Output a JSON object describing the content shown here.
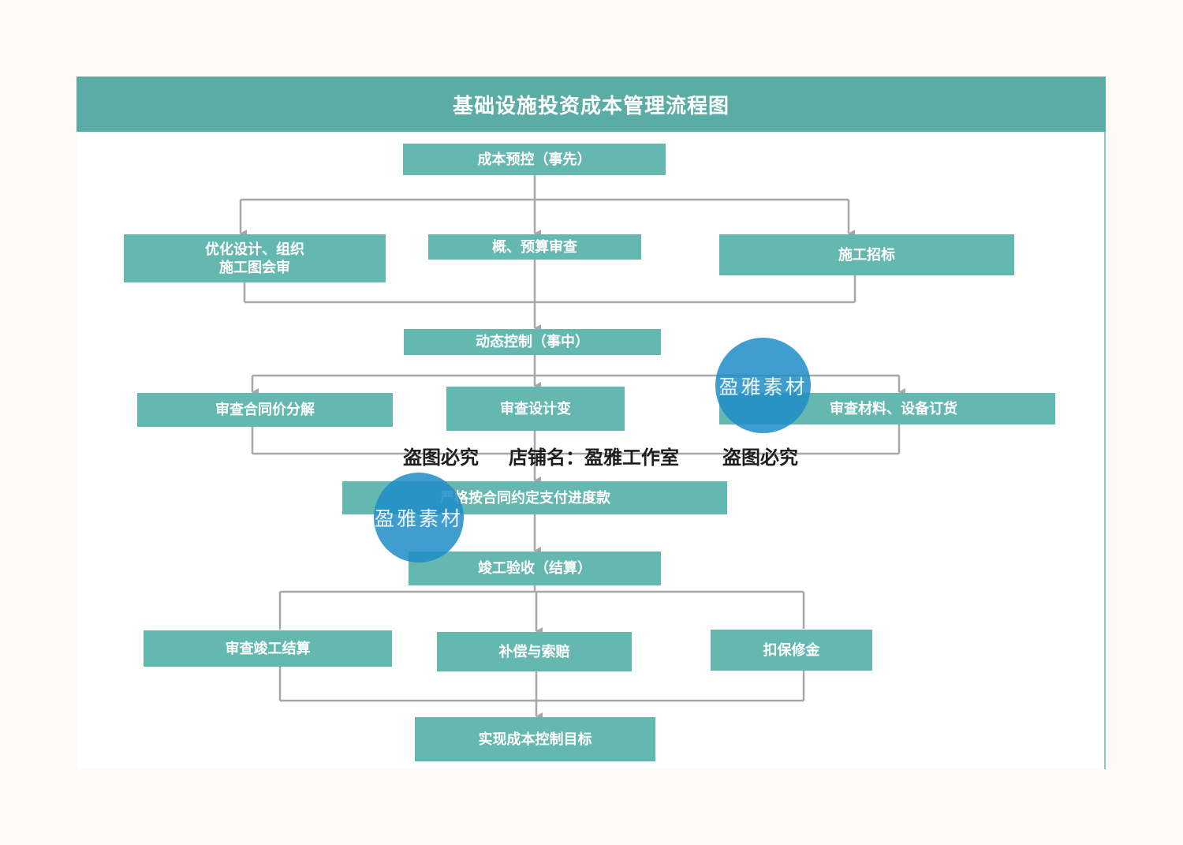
{
  "title": "基础设施投资成本管理流程图",
  "colors": {
    "header": "#5aaca4",
    "box": "#65b8b0",
    "line": "#a7a7a7",
    "watermark_circle": "#1e8cc8"
  },
  "nodes": {
    "pre_control": "成本预控（事先）",
    "optimize_design": "优化设计、组织\n施工图会审",
    "estimate_review": "概、预算审查",
    "construction_bidding": "施工招标",
    "dynamic_control": "动态控制（事中）",
    "review_contract_price": "审查合同价分解",
    "review_design_change": "审查设计变",
    "review_materials": "审查材料、设备订货",
    "strict_payment": "严格按合同约定支付进度款",
    "completion_acceptance": "竣工验收（结算）",
    "review_final_account": "审查竣工结算",
    "compensation_claims": "补偿与索赔",
    "retention_money": "扣保修金",
    "achieve_goal": "实现成本控制目标"
  },
  "watermark": {
    "left_text": "盗图必究",
    "shop_text": "店铺名：盈雅工作室",
    "right_text": "盗图必究",
    "logo_text": "盈雅素材"
  }
}
